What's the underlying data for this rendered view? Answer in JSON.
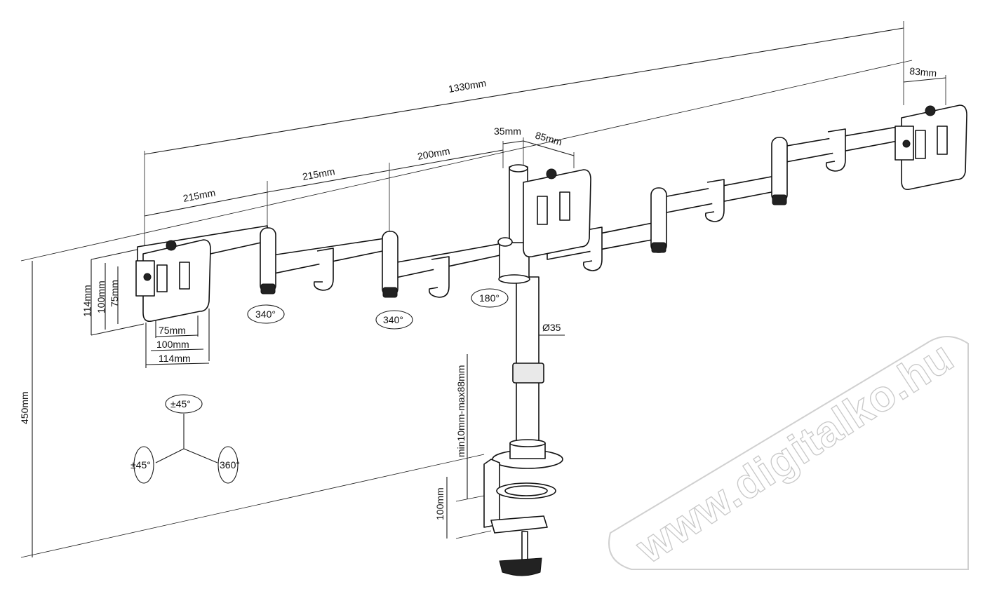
{
  "dimensions": {
    "total_width": "1330mm",
    "arm_1": "215mm",
    "arm_2": "215mm",
    "arm_3": "200mm",
    "head_offset": "35mm",
    "plate_width": "85mm",
    "end_plate": "83mm",
    "vesa_h_114": "114mm",
    "vesa_h_100": "100mm",
    "vesa_h_75": "75mm",
    "vesa_w_75": "75mm",
    "vesa_w_100": "100mm",
    "vesa_w_114": "114mm",
    "height": "450mm",
    "pole_diameter": "Ø35",
    "clamp_range": "min10mm-max88mm",
    "clamp_depth": "100mm"
  },
  "rotations": {
    "joint_1": "340°",
    "joint_2": "340°",
    "head": "180°",
    "tilt_top": "±45°",
    "tilt_left": "±45°",
    "swivel": "360°"
  },
  "watermark": "www.digitalko.hu"
}
